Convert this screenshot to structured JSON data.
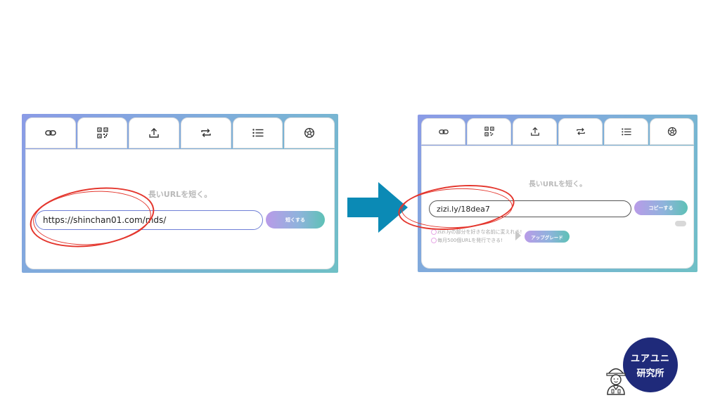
{
  "colors": {
    "accent_blue": "#0b8ab5",
    "highlight_red": "#e4372e",
    "badge_navy": "#1f2a7a"
  },
  "tabs": [
    {
      "icon": "link-icon"
    },
    {
      "icon": "qr-code-icon"
    },
    {
      "icon": "upload-icon"
    },
    {
      "icon": "repeat-icon"
    },
    {
      "icon": "list-icon"
    },
    {
      "icon": "settings-wheel-icon"
    }
  ],
  "before": {
    "headline": "長いURLを短く。",
    "url_value": "https://shinchan01.com/mds/",
    "shorten_button": "短くする"
  },
  "after": {
    "headline": "長いURLを短く。",
    "url_value": "zizi.ly/18dea7",
    "copy_button": "コピーする",
    "note1": "zizi.lyの部分を好きな名前に変えれる!",
    "note2": "毎月500個URLを発行できる!",
    "upgrade_button": "アップグレード"
  },
  "badge": {
    "line1": "ユアユニ",
    "line2": "研究所"
  }
}
